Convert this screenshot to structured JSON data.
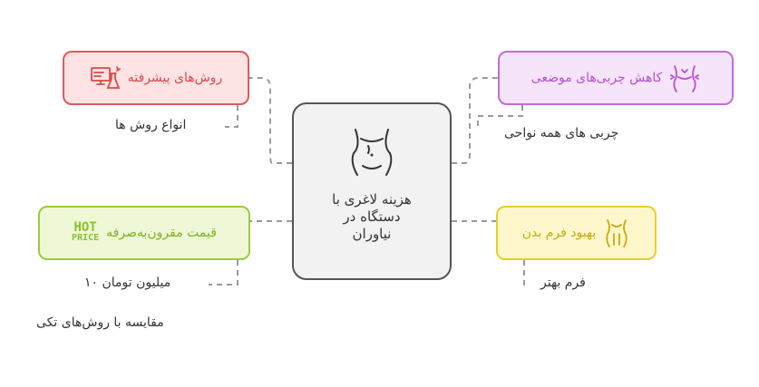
{
  "center": {
    "lines": [
      "هزینه لاغری با",
      "دستگاه در",
      "نیاوران"
    ],
    "icon": "waist-icon"
  },
  "nodes": {
    "advanced_methods": {
      "label": "روش‌های پیشرفته",
      "icon": "computer-flask-icon",
      "color": "#e05a5a"
    },
    "local_fat": {
      "label": "کاهش چربی‌های موضعی",
      "icon": "body-reduction-icon",
      "color": "#c46bd8"
    },
    "cost_effective": {
      "label": "قیمت مقرون‌به‌صرفه",
      "icon": "hot-price-icon",
      "icon_text": [
        "HOT",
        "PRICE"
      ],
      "color": "#9ccc3a"
    },
    "body_shape": {
      "label": "بهبود فرم بدن",
      "icon": "body-shape-icon",
      "color": "#e6cf2a"
    }
  },
  "details": {
    "advanced_methods": [
      "انواع روش ها"
    ],
    "local_fat": [
      "چربی های همه نواحی"
    ],
    "cost_effective": [
      "میلیون تومان ۱۰",
      "مقایسه با روش‌های تکی"
    ],
    "body_shape": [
      "فرم بهتر"
    ]
  }
}
